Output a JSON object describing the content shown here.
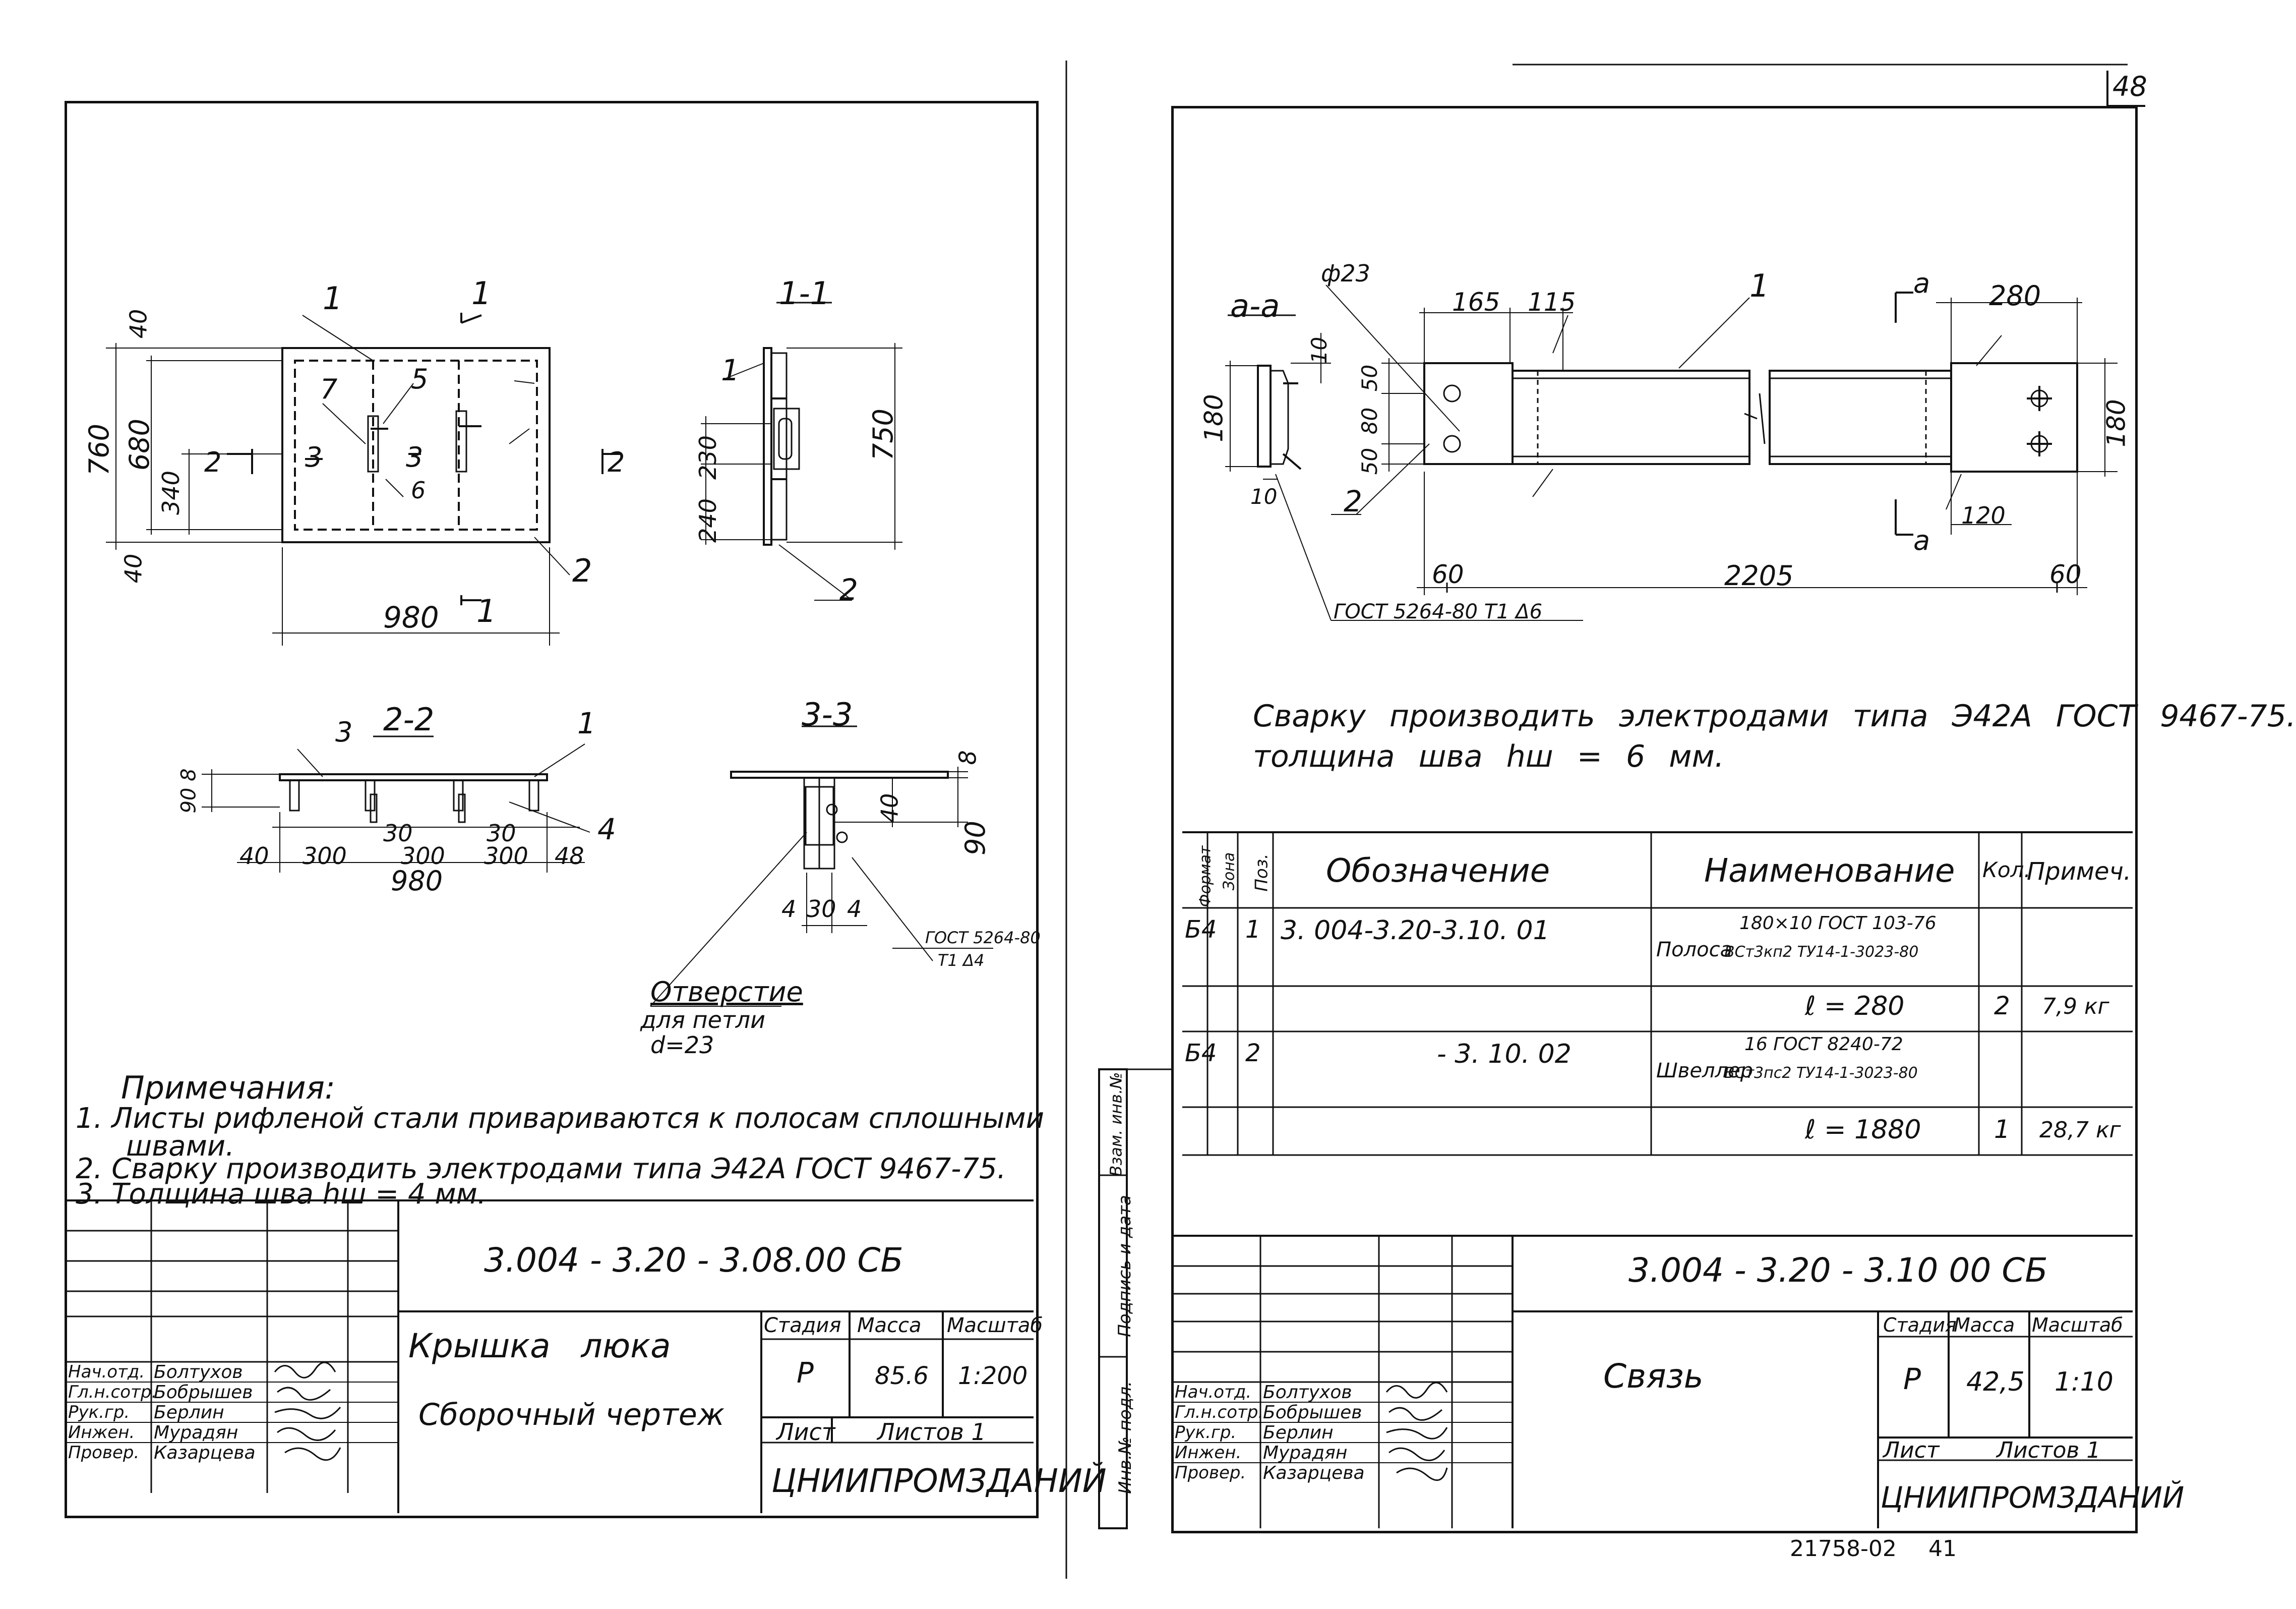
{
  "page_number": "48",
  "bottom_code": "21758-02",
  "bottom_code_2": "41",
  "left": {
    "drawing": {
      "sec_1": "1",
      "lbl_1a": "1",
      "lbl_1b": "1",
      "lbl_2": "2",
      "lbl_3": "3",
      "lbl_5": "5",
      "lbl_6": "6",
      "lbl_7": "7",
      "sec_2": "2",
      "sec_2b": "2",
      "sec_3": "3",
      "sec_1b": "1",
      "d40a": "40",
      "d760": "760",
      "d680": "680",
      "d340": "340",
      "d40b": "40",
      "d980": "980",
      "s11_title": "1-1",
      "s11_1": "1",
      "s11_230": "230",
      "s11_750": "750",
      "s11_240": "240",
      "s11_2": "2",
      "s22_title": "2-2",
      "s22_3": "3",
      "s22_1": "1",
      "s22_4": "4",
      "s22_98": "90 8",
      "s22_40": "40",
      "s22_300a": "300",
      "s22_30a": "30",
      "s22_300b": "300",
      "s22_30b": "30",
      "s22_300c": "300",
      "s22_48": "48",
      "s22_980": "980",
      "s33_title": "3-3",
      "s33_8": "8",
      "s33_40": "40",
      "s33_90": "90",
      "s33_4a": "4",
      "s33_30": "30",
      "s33_4b": "4",
      "s33_gost": "ГОСТ 5264-80",
      "s33_t1": "Т1 Δ4",
      "hole_1": "Отверстие",
      "hole_2": "для петли",
      "hole_3": "d=23"
    },
    "notes_title": "Примечания:",
    "notes": [
      "1. Листы рифленой стали привариваются к полосам сплошными",
      "швами.",
      "2. Сварку производить электродами типа Э42А ГОСТ 9467-75.",
      "3. Толщина шва hш = 4 мм."
    ],
    "title_block": {
      "code": "3.004 - 3.20 - 3.08.00 СБ",
      "name_1": "Крышка люка",
      "name_2": "Сборочный чертеж",
      "stage_h": "Стадия",
      "mass_h": "Масса",
      "scale_h": "Масштаб",
      "stage": "Р",
      "mass": "85.6",
      "scale": "1:200",
      "sheet_h": "Лист",
      "sheets_h": "Листов 1",
      "org": "ЦНИИПРОМЗДАНИЙ",
      "roles": [
        "Нач.отд.",
        "Гл.н.сотр.",
        "Рук.гр.",
        "Инжен.",
        "Провер."
      ],
      "names": [
        "Болтухов",
        "Бобрышев",
        "Берлин",
        "Мурадян",
        "Казарцева"
      ]
    }
  },
  "right": {
    "drawing": {
      "aa": "а-а",
      "phi23": "ф23",
      "d10a": "10",
      "d180a": "180",
      "d10b": "10",
      "lbl_2": "2",
      "d165": "165",
      "d115": "115",
      "lbl_1": "1",
      "d50a": "50",
      "d80": "80",
      "d50b": "50",
      "a_top": "а",
      "d280": "280",
      "d180b": "180",
      "d120": "120",
      "a_bot": "а",
      "d60a": "60",
      "d2205": "2205",
      "d60b": "60",
      "gost": "ГОСТ 5264-80 Т1 Δ6"
    },
    "note_1": "Сварку производить электродами типа Э42А ГОСТ 9467-75.",
    "note_2": "толщина шва hш = 6 мм.",
    "spec": {
      "h_format": "Формат",
      "h_zone": "Зона",
      "h_pos": "Поз.",
      "h_desig": "Обозначение",
      "h_name": "Наименование",
      "h_qty": "Кол.",
      "h_note": "Примеч.",
      "r1_format": "Б4",
      "r1_pos": "1",
      "r1_desig": "3. 004-3.20-3.10. 01",
      "r1_name_a": "Полоса",
      "r1_name_top": "180×10 ГОСТ 103-76",
      "r1_name_bot": "ВСт3кп2 ТУ14-1-3023-80",
      "r1b_name": "ℓ = 280",
      "r1b_qty": "2",
      "r1b_note": "7,9 кг",
      "r2_format": "Б4",
      "r2_pos": "2",
      "r2_desig": "- 3. 10. 02",
      "r2_name_a": "Швеллер",
      "r2_name_top": "16 ГОСТ 8240-72",
      "r2_name_bot": "ВСт3пс2 ТУ14-1-3023-80",
      "r2b_name": "ℓ = 1880",
      "r2b_qty": "1",
      "r2b_note": "28,7 кг"
    },
    "side_stamp": [
      "Инв.№ подл.",
      "Подпись и дата",
      "Взам. инв.№"
    ],
    "title_block": {
      "code": "3.004 - 3.20 - 3.10 00 СБ",
      "name": "Связь",
      "stage_h": "Стадия",
      "mass_h": "Масса",
      "scale_h": "Масштаб",
      "stage": "Р",
      "mass": "42,5",
      "scale": "1:10",
      "sheet_h": "Лист",
      "sheets_h": "Листов 1",
      "org": "ЦНИИПРОМЗДАНИЙ",
      "roles": [
        "Нач.отд.",
        "Гл.н.сотр.",
        "Рук.гр.",
        "Инжен.",
        "Провер."
      ],
      "names": [
        "Болтухов",
        "Бобрышев",
        "Берлин",
        "Мурадян",
        "Казарцева"
      ]
    }
  }
}
